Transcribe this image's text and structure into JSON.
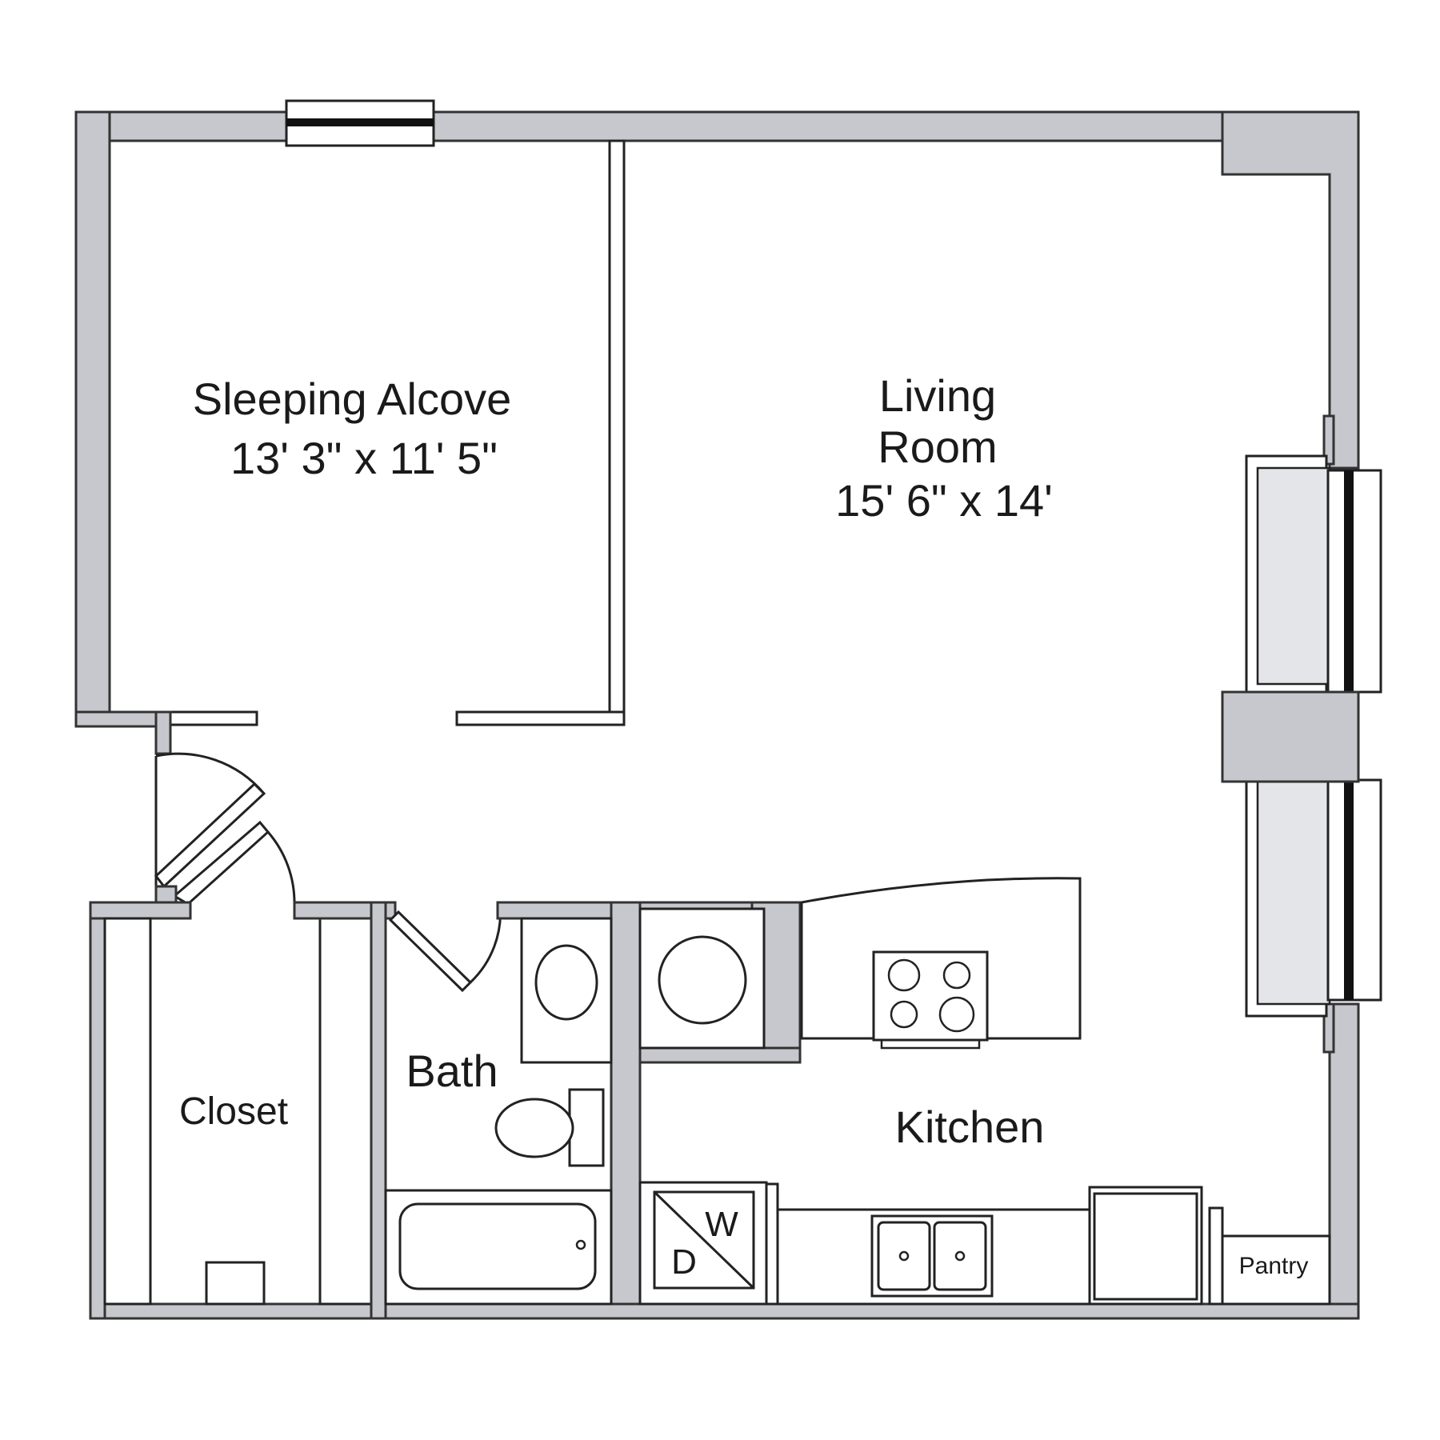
{
  "rooms": {
    "sleeping_alcove": {
      "name": "Sleeping Alcove",
      "dims": "13' 3\" x 11' 5\""
    },
    "living_room": {
      "name_line1": "Living",
      "name_line2": "Room",
      "dims": "15' 6\" x 14'"
    },
    "closet": {
      "name": "Closet"
    },
    "bath": {
      "name": "Bath"
    },
    "kitchen": {
      "name": "Kitchen"
    },
    "pantry": {
      "name": "Pantry"
    }
  },
  "appliances": {
    "dishwasher": {
      "letter1": "D",
      "letter2": "W"
    }
  },
  "colors": {
    "wall": "#c7c8ce",
    "line": "#222222",
    "background": "#ffffff"
  }
}
